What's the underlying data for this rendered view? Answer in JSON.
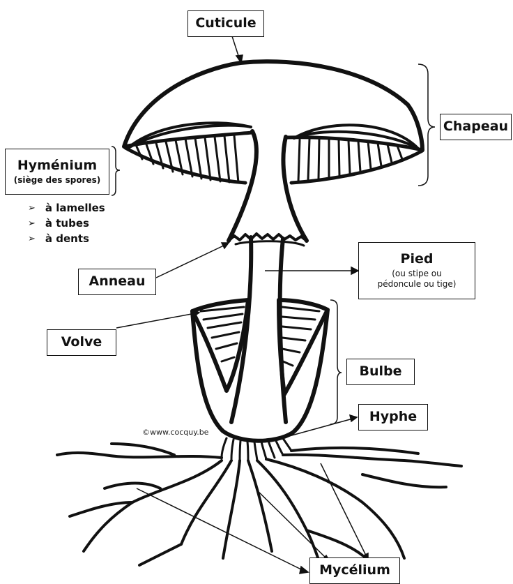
{
  "labels": {
    "cuticule": "Cuticule",
    "chapeau": "Chapeau",
    "hymenium": "Hyménium",
    "hymenium_sub": "(siège des spores)",
    "anneau": "Anneau",
    "pied": "Pied",
    "pied_sub_1": "(ou stipe ou",
    "pied_sub_2": "pédoncule ou tige)",
    "volve": "Volve",
    "bulbe": "Bulbe",
    "hyphe": "Hyphe",
    "mycelium": "Mycélium"
  },
  "hymenium_types": [
    "à lamelles",
    "à tubes",
    "à dents"
  ],
  "bullet_glyph": "➢",
  "copyright": "©www.cocquy.be",
  "colors": {
    "ink": "#111111",
    "background": "#ffffff"
  }
}
